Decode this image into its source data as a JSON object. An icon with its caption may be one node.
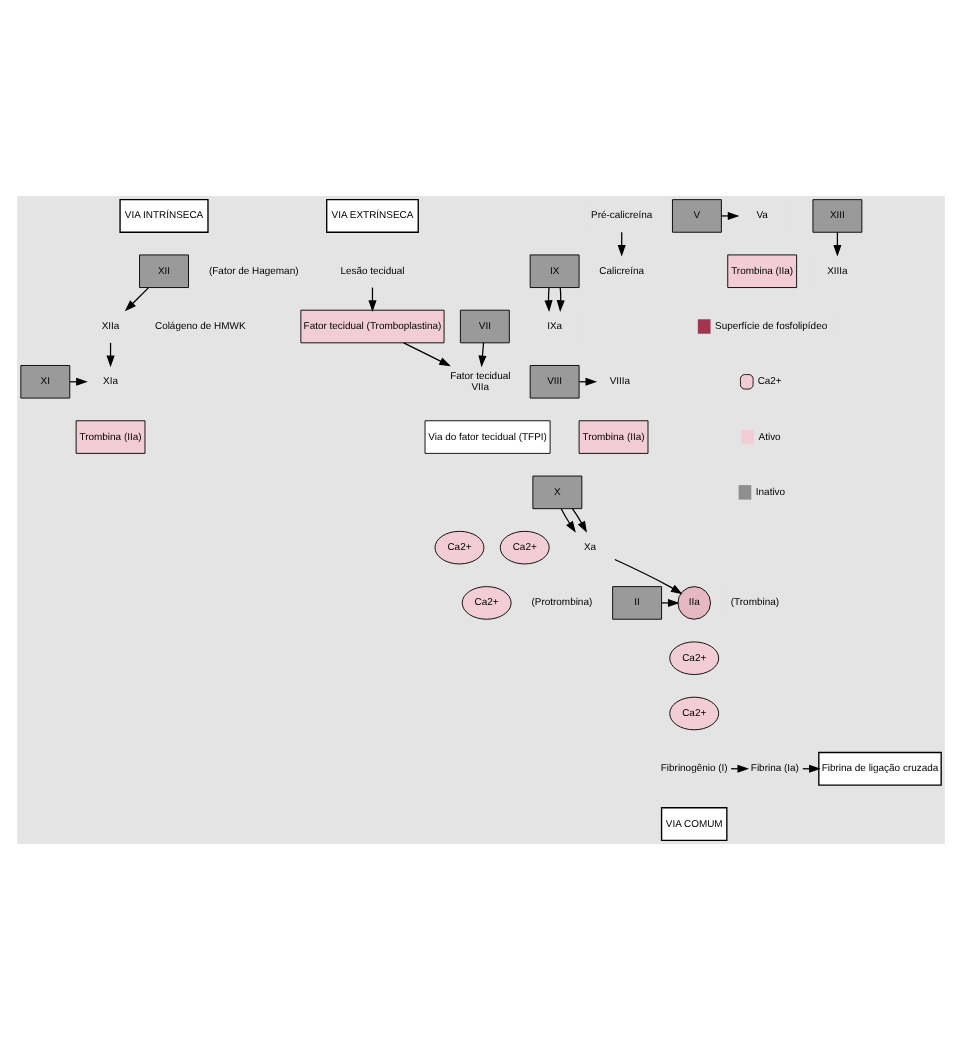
{
  "diagram": {
    "nodes": [
      {
        "text": [
          "VIA INTRÍNSECA"
        ]
      },
      {
        "text": [
          "VIA EXTRÍNSECA"
        ]
      },
      {
        "text": [
          "XII"
        ],
        "beside": [
          "(Fator de Hageman)"
        ]
      },
      {
        "text": [
          "Calicreína"
        ]
      },
      {
        "text": [
          "Pré-calicreína"
        ]
      },
      {
        "text": [
          "XIIa"
        ]
      },
      {
        "text": [
          "XI"
        ]
      },
      {
        "text": [
          "XIa"
        ]
      },
      {
        "text": [
          "Trombina (IIa)"
        ]
      },
      {
        "text": [
          "IX"
        ]
      },
      {
        "text": [
          "IXa"
        ]
      },
      {
        "text": [
          "VIII"
        ]
      },
      {
        "text": [
          "VIIIa"
        ]
      },
      {
        "text": [
          "Trombina (IIa)"
        ]
      },
      {
        "text": [
          "Lesão tecidual"
        ]
      },
      {
        "text": [
          "Fator tecidual (Tromboplastina)"
        ]
      },
      {
        "text": [
          "VII"
        ]
      },
      {
        "text": [
          "Fator tecidual",
          "VIIa"
        ]
      },
      {
        "text": [
          "Via do fator tecidual (TFPI)"
        ]
      },
      {
        "text": [
          "X"
        ]
      },
      {
        "text": [
          "Ca2+"
        ]
      },
      {
        "text": [
          "Ca2+"
        ]
      },
      {
        "text": [
          "Xa"
        ]
      },
      {
        "text": [
          "V"
        ]
      },
      {
        "text": [
          "Va"
        ]
      },
      {
        "text": [
          "Ca2+"
        ]
      },
      {
        "text": [
          "Trombina (IIa)"
        ]
      },
      {
        "text": [
          "II"
        ],
        "beside": [
          "(Protrombina)"
        ]
      },
      {
        "text": [
          "IIa"
        ],
        "beside": [
          "(Trombina)"
        ]
      },
      {
        "text": [
          "XIII"
        ]
      },
      {
        "text": [
          "Ca2+"
        ]
      },
      {
        "text": [
          "XIIIa"
        ]
      },
      {
        "text": [
          "Ca2+"
        ]
      },
      {
        "text": [
          "Fibrinogênio (I)"
        ]
      },
      {
        "text": [
          "Fibrina (Ia)"
        ]
      },
      {
        "text": [
          "Fibrina de ligação cruzada"
        ]
      },
      {
        "text": [
          "VIA COMUM"
        ]
      }
    ],
    "edges": [
      {
        "from": 2,
        "to": 5,
        "arrow": "to"
      },
      {
        "from": 4,
        "to": 3,
        "arrow": "to"
      },
      {
        "from": 5,
        "to": 7,
        "arrow": "to"
      },
      {
        "from": 6,
        "to": 7,
        "arrow": "to"
      },
      {
        "from": 9,
        "to": 10,
        "arrow": "to"
      },
      {
        "from": 9,
        "to": 10,
        "arrow": "to"
      },
      {
        "from": 11,
        "to": 12,
        "arrow": "to"
      },
      {
        "from": 14,
        "to": 15,
        "arrow": "to"
      },
      {
        "from": 15,
        "to": 17,
        "arrow": "to"
      },
      {
        "from": 16,
        "to": 17,
        "arrow": "to"
      },
      {
        "from": 19,
        "to": 22,
        "arrow": "to"
      },
      {
        "from": 19,
        "to": 22,
        "arrow": "to"
      },
      {
        "from": 23,
        "to": 24,
        "arrow": "to"
      },
      {
        "from": 22,
        "to": 28,
        "arrow": "to"
      },
      {
        "from": 27,
        "to": 28,
        "arrow": "to"
      },
      {
        "from": 29,
        "to": 31,
        "arrow": "to"
      },
      {
        "from": 33,
        "to": 34,
        "arrow": "to"
      },
      {
        "from": 34,
        "to": 35,
        "arrow": "to"
      }
    ],
    "labels": [
      "Colágeno de HMWK"
    ],
    "legend": [
      {
        "text": "Superfície de fosfolipídeo",
        "color": "#a3344f"
      },
      {
        "text": "Ca2+"
      },
      {
        "text": "Ativo",
        "color": "#f2cdd6"
      },
      {
        "text": "Inativo",
        "color": "#8f8f8f"
      }
    ]
  }
}
